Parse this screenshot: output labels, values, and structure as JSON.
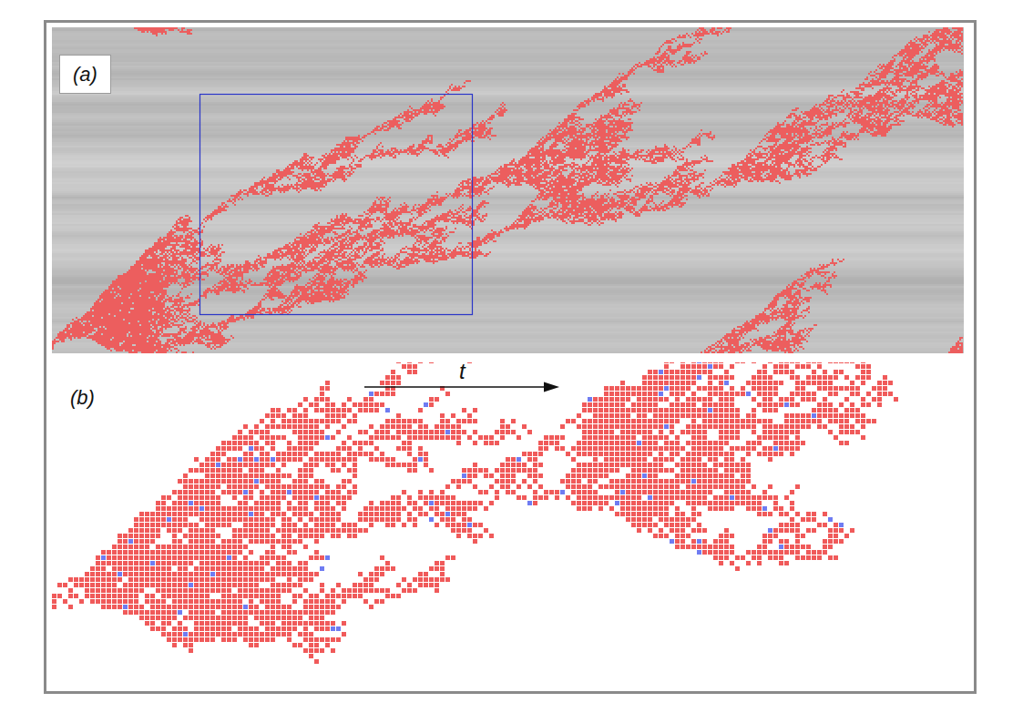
{
  "diagram": {
    "nodes": [
      {
        "text": [
          "(a)"
        ]
      }
    ],
    "labels": [
      "t",
      "(b)"
    ]
  }
}
